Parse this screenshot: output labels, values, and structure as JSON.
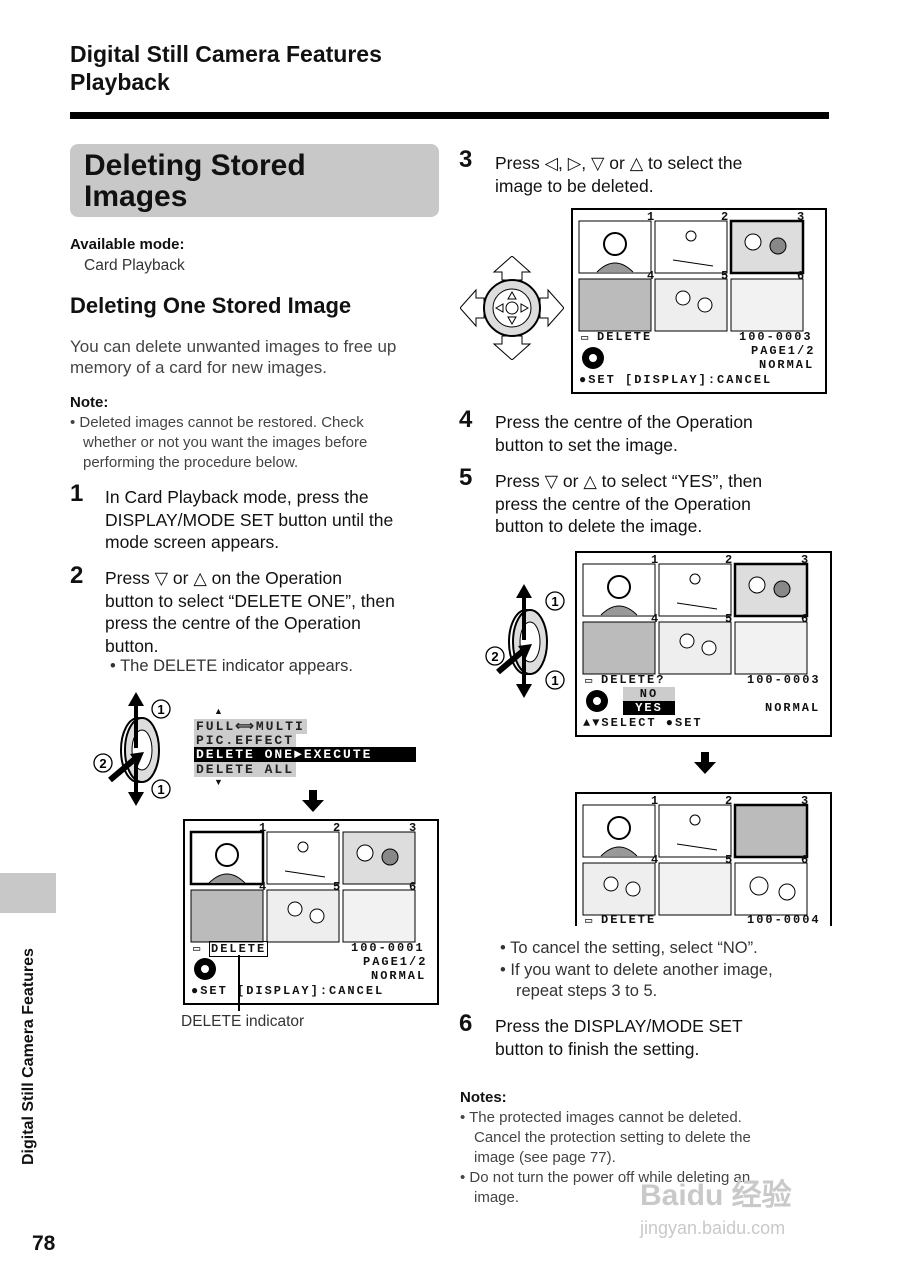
{
  "header": {
    "line1": "Digital Still Camera Features",
    "line2": "Playback"
  },
  "section": {
    "title_line1": "Deleting Stored",
    "title_line2": "Images"
  },
  "mode": {
    "label": "Available mode:",
    "value": "Card Playback"
  },
  "subheading": "Deleting One Stored Image",
  "intro": {
    "line1": "You can delete unwanted images to free up",
    "line2": "memory of a card for new images."
  },
  "note": {
    "label": "Note:",
    "line1": "• Deleted images cannot be restored. Check",
    "line2": "whether or not you want the images before",
    "line3": "performing the procedure below."
  },
  "step1": {
    "num": "1",
    "line1": "In Card Playback mode, press the",
    "line2": "DISPLAY/MODE SET button until the",
    "line3": "mode screen appears."
  },
  "step2": {
    "num": "2",
    "line1": "Press ▽ or △ on the Operation",
    "line2": "button to select “DELETE ONE”, then",
    "line3": "press the centre of the Operation",
    "line4": "button.",
    "bullet": "• The DELETE indicator appears."
  },
  "menu": {
    "item1": "FULL⟺MULTI",
    "item2": "PIC.EFFECT",
    "item3": "DELETE ONE►EXECUTE",
    "item4": "DELETE ALL"
  },
  "callouts": {
    "one": "1",
    "two": "2"
  },
  "screen1": {
    "left": "DELETE",
    "file": "100-0001",
    "page": "PAGE1/2",
    "quality": "NORMAL",
    "bottom": "●SET  [DISPLAY]:CANCEL",
    "nums": [
      "1",
      "2",
      "3",
      "4",
      "5",
      "6"
    ]
  },
  "caption1": "DELETE indicator",
  "step3": {
    "num": "3",
    "line1": "Press ◁, ▷, ▽ or △ to select the",
    "line2": "image to be deleted."
  },
  "screen2": {
    "left": "DELETE",
    "file": "100-0003",
    "page": "PAGE1/2",
    "quality": "NORMAL",
    "bottom": "●SET  [DISPLAY]:CANCEL",
    "nums": [
      "1",
      "2",
      "3",
      "4",
      "5",
      "6"
    ]
  },
  "step4": {
    "num": "4",
    "line1": "Press the centre of the Operation",
    "line2": "button to set the image."
  },
  "step5": {
    "num": "5",
    "line1": "Press ▽ or △ to select “YES”, then",
    "line2": "press the centre of the Operation",
    "line3": "button to delete the image."
  },
  "screen3": {
    "left": "DELETE?",
    "file": "100-0003",
    "no": "NO",
    "yes": "YES",
    "quality": "NORMAL",
    "bottom": "▲▼SELECT  ●SET",
    "nums": [
      "1",
      "2",
      "3",
      "4",
      "5",
      "6"
    ]
  },
  "screen4": {
    "left": "DELETE",
    "file": "100-0004",
    "nums": [
      "1",
      "2",
      "3",
      "4",
      "5",
      "6"
    ]
  },
  "bullets": {
    "b1": "• To cancel the setting, select “NO”.",
    "b2a": "• If you want to delete another image,",
    "b2b": "repeat steps 3 to 5."
  },
  "step6": {
    "num": "6",
    "line1": "Press the DISPLAY/MODE SET",
    "line2": "button to finish the setting."
  },
  "notes": {
    "label": "Notes:",
    "n1a": "• The protected images cannot be deleted.",
    "n1b": "Cancel the protection setting to delete the",
    "n1c": "image (see page 77).",
    "n2a": "• Do not turn the power off while deleting an",
    "n2b": "image."
  },
  "sidebar": {
    "text": "Digital Still Camera  Features"
  },
  "page_number": "78",
  "watermark": {
    "line1": "Baidu 经验",
    "line2": "jingyan.baidu.com"
  }
}
